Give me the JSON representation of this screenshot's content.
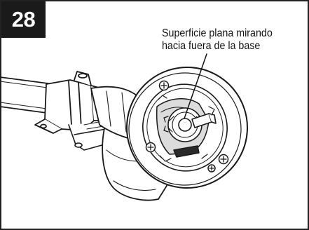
{
  "figure": {
    "step_number": "28",
    "callout_line_1": "Superficie plana mirando",
    "callout_line_2": "hacia fuera de la base"
  }
}
